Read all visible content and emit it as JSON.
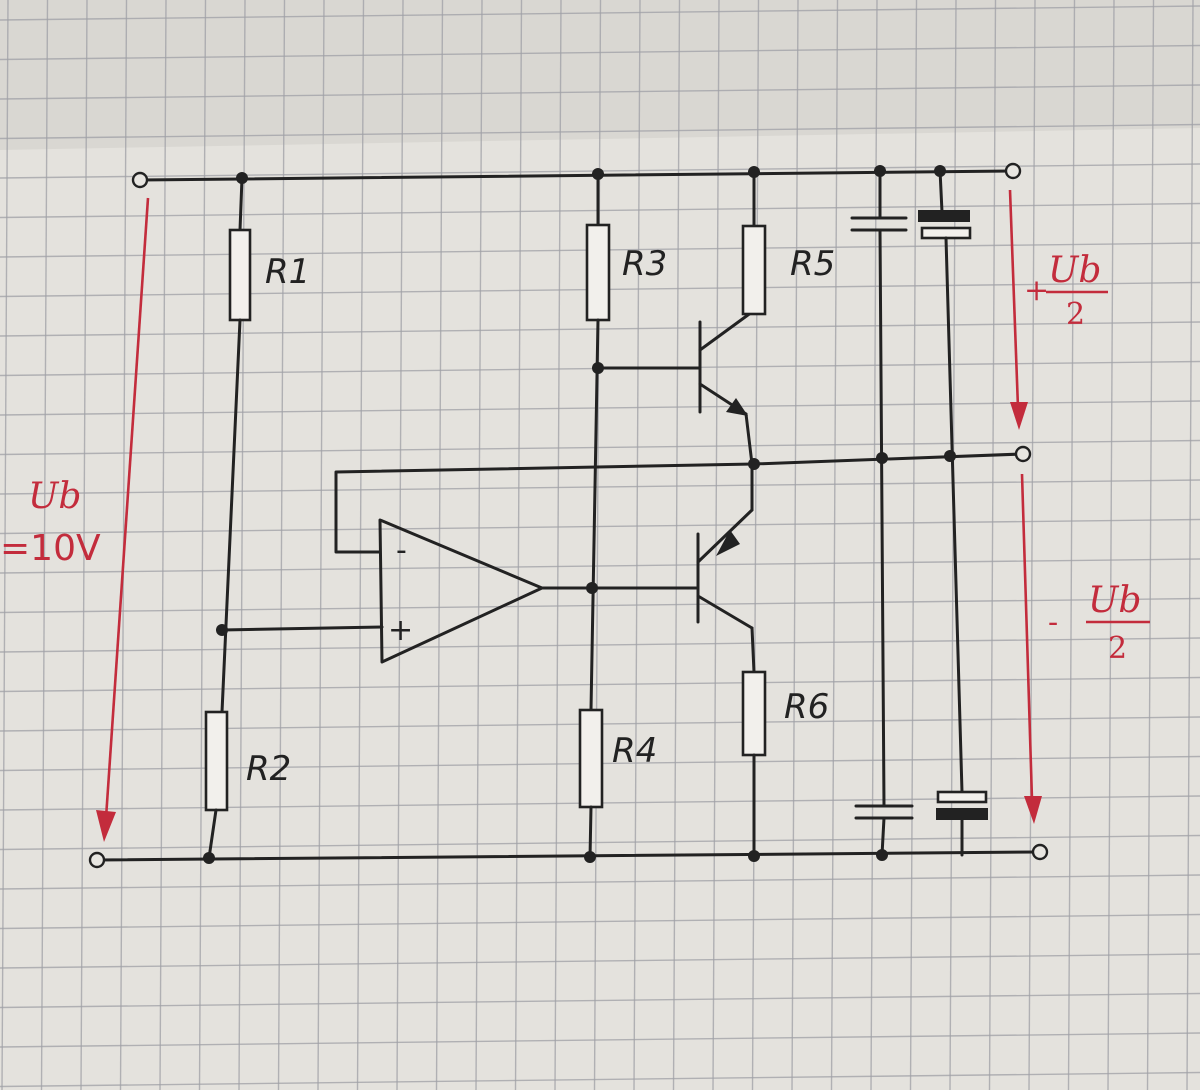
{
  "labels": {
    "r1": "R1",
    "r2": "R2",
    "r3": "R3",
    "r4": "R4",
    "r5": "R5",
    "r6": "R6",
    "opamp_minus": "-",
    "opamp_plus": "+"
  },
  "supply": {
    "symbol": "Ub",
    "value": "=10V"
  },
  "outputs": {
    "upper_sign": "+",
    "lower_sign": "-",
    "symbol": "Ub",
    "divisor": "2"
  },
  "colors": {
    "ink": "#222222",
    "annotation": "#c32c3c",
    "paper": "#e4e2dd",
    "grid": "#9fa0a6"
  }
}
